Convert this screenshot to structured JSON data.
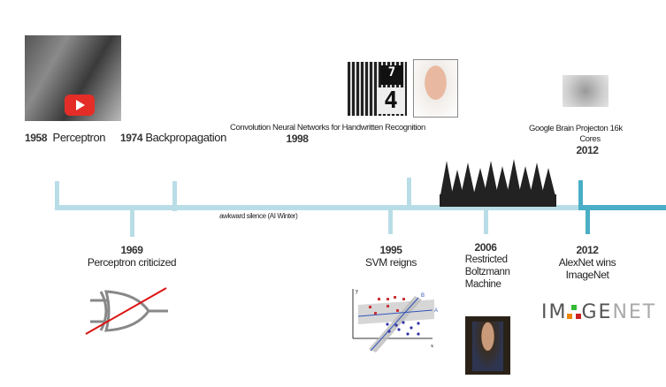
{
  "events_top": [
    {
      "year": "1958",
      "label": "Perceptron"
    },
    {
      "year": "1974",
      "label": "Backpropagation"
    },
    {
      "year": "1998",
      "label": "Convolution Neural Networks for  Handwritten Recognition"
    },
    {
      "year": "2012",
      "label_line1": "Google Brain Projecton  16k",
      "label_line2": "Cores"
    }
  ],
  "events_bottom": [
    {
      "year": "1969",
      "label": "Perceptron criticized"
    },
    {
      "year": "1995",
      "label": "SVM reigns"
    },
    {
      "year": "2006",
      "lines": [
        "Restricted",
        "Boltzmann",
        "Machine"
      ]
    },
    {
      "year": "2012",
      "lines": [
        "AlexNet wins",
        "ImageNet"
      ]
    }
  ],
  "winter_label": "awkward silence (AI Winter)",
  "svm_axes": {
    "y": "y",
    "x": "x",
    "line_a": "A",
    "line_b": "B"
  },
  "imagenet_logo": "IMAGENET",
  "colors": {
    "timeline_light": "#b9dde6",
    "timeline_dark": "#4aaec6",
    "play_button": "#e52d27"
  }
}
